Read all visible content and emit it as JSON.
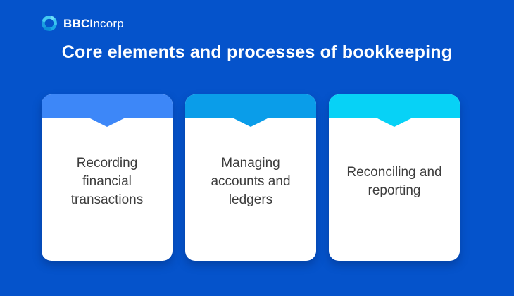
{
  "colors": {
    "background": "#0553cb",
    "title_text": "#ffffff",
    "card_background": "#ffffff",
    "card_text": "#3d3d3d",
    "header_recording": "#3d87f8",
    "header_managing": "#0a9de9",
    "header_reconciling": "#07d2f6",
    "logo_swirl": "#3cc6f0"
  },
  "logo": {
    "brand_bold": "BBCI",
    "brand_regular": "ncorp",
    "icon": "swirl-ring-icon"
  },
  "title": "Core elements and processes of bookkeeping",
  "cards": [
    {
      "label": "Recording financial transactions",
      "header_color": "#3d87f8"
    },
    {
      "label": "Managing accounts and ledgers",
      "header_color": "#0a9de9"
    },
    {
      "label": "Reconciling and reporting",
      "header_color": "#07d2f6"
    }
  ]
}
